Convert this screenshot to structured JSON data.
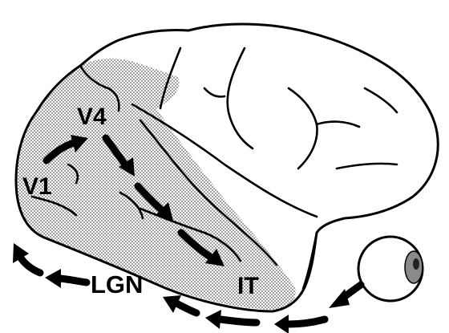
{
  "diagram": {
    "areas": {
      "v1": "V1",
      "v4": "V4",
      "it": "IT"
    },
    "relay": {
      "lgn": "LGN"
    },
    "colors": {
      "ink": "#000000",
      "paper": "#ffffff",
      "shading": "#9a9a9a",
      "iris": "#8a8a8a"
    },
    "icons": {
      "eye": "eye-icon",
      "arrows": "arrow-icon"
    }
  }
}
